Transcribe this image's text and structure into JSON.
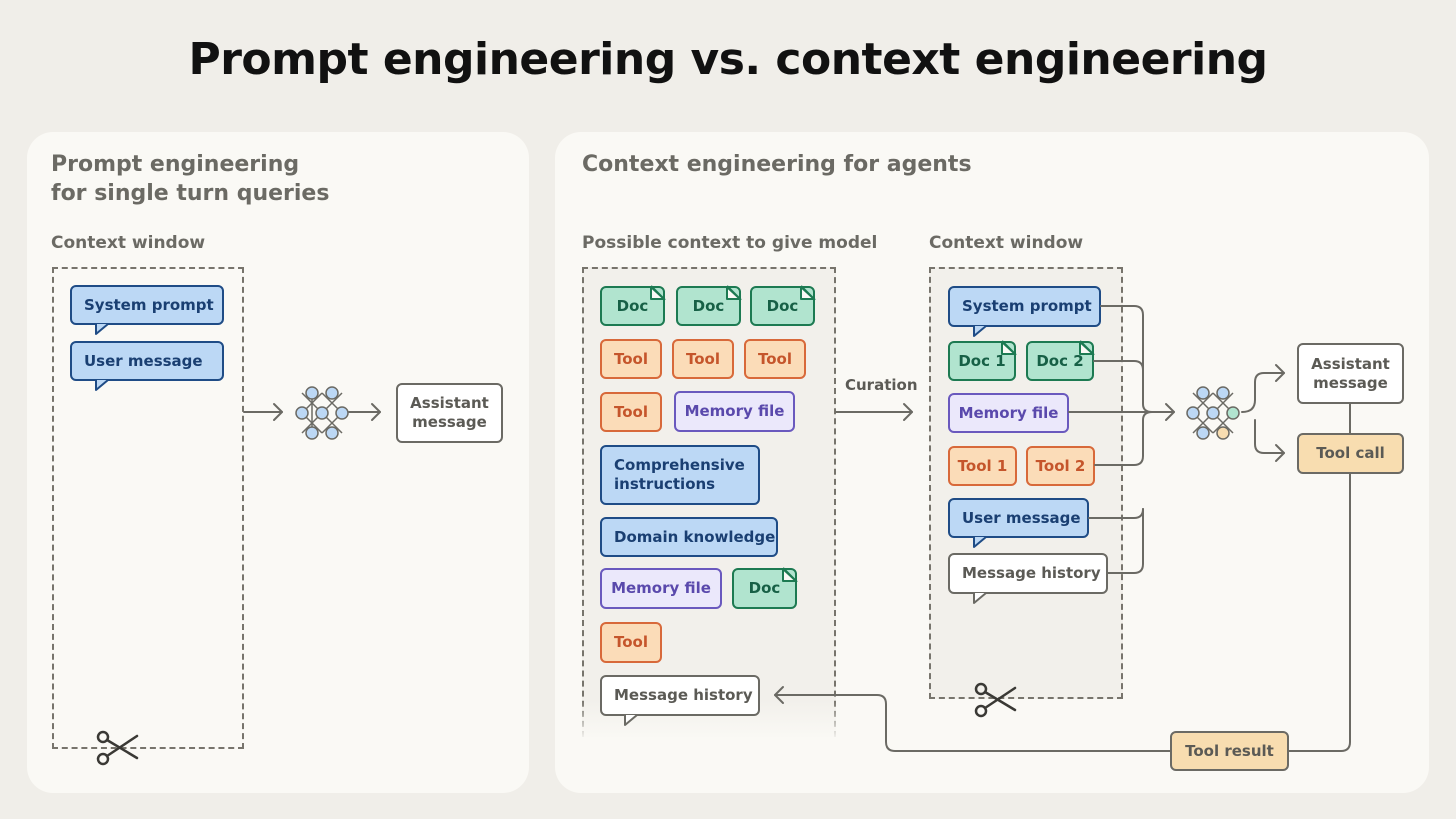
{
  "title": "Prompt engineering vs. context engineering",
  "left": {
    "title": "Prompt engineering\nfor single turn queries",
    "context_label": "Context window",
    "system_prompt": "System prompt",
    "user_message": "User message",
    "assistant_message": "Assistant\nmessage"
  },
  "right": {
    "title": "Context engineering for agents",
    "possible_label": "Possible context to give model",
    "context_label": "Context window",
    "curation": "Curation",
    "possible": {
      "doc": "Doc",
      "tool": "Tool",
      "memory_file": "Memory file",
      "comprehensive": "Comprehensive\ninstructions",
      "domain": "Domain knowledge",
      "message_history": "Message history"
    },
    "window": {
      "system_prompt": "System prompt",
      "doc1": "Doc 1",
      "doc2": "Doc 2",
      "memory_file": "Memory file",
      "tool1": "Tool 1",
      "tool2": "Tool 2",
      "user_message": "User message",
      "message_history": "Message history"
    },
    "assistant_message": "Assistant\nmessage",
    "tool_call": "Tool call",
    "tool_result": "Tool result"
  },
  "icons": {
    "model": "neural-network-icon",
    "cut": "scissors-icon"
  },
  "colors": {
    "blue": "#bcd8f5",
    "green": "#b1e4cf",
    "orange": "#fbdcb8",
    "purple": "#ebe8fb",
    "sand": "#f8ddb0"
  }
}
